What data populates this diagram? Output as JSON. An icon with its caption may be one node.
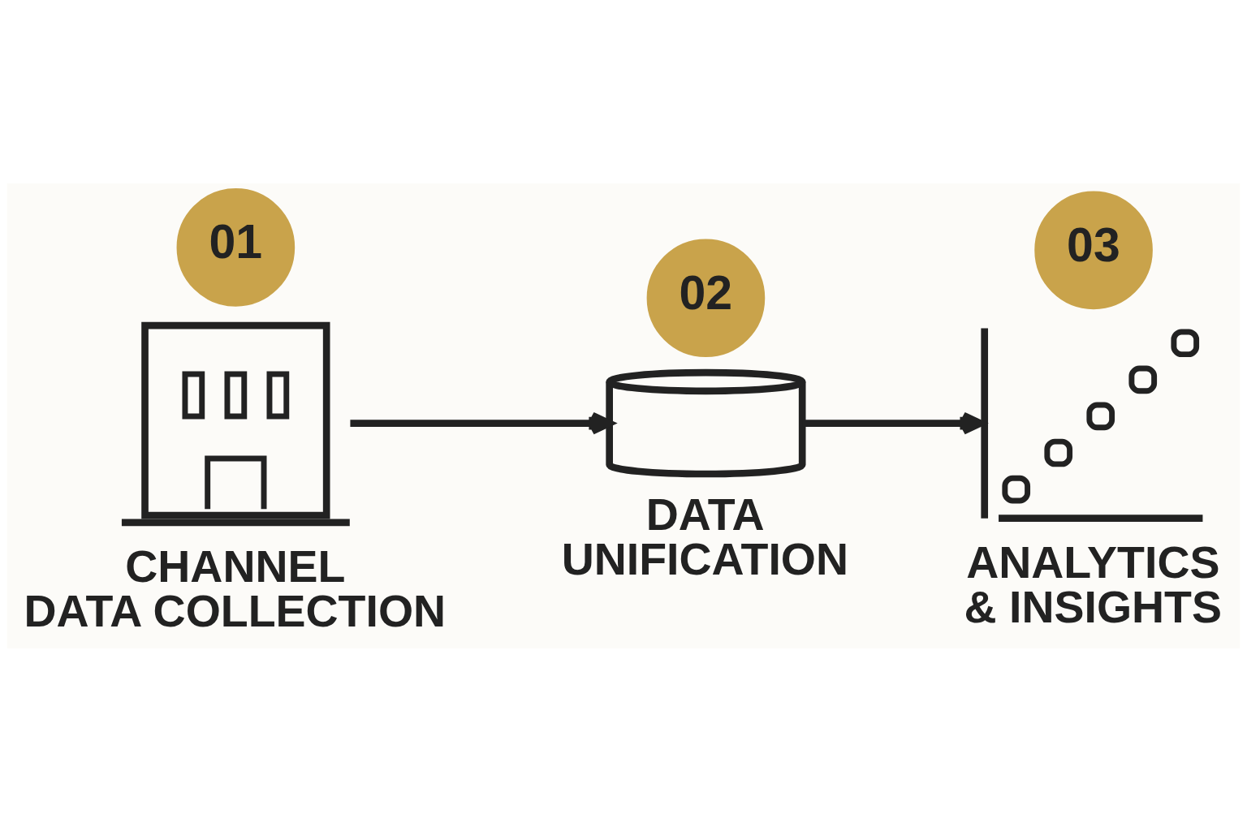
{
  "diagram": {
    "nodes": [
      {
        "text": [
          "01"
        ]
      },
      {
        "text": [],
        "shape": "picture",
        "beside": [
          "CHANNEL DATA COLLECTION"
        ]
      },
      {
        "text": [
          "02"
        ]
      },
      {
        "text": [],
        "shape": "picture",
        "beside": [
          "DATA UNIFICATION"
        ]
      },
      {
        "text": [
          "03"
        ]
      },
      {
        "text": [],
        "shape": "picture",
        "beside": [
          "ANALYTICS & INSIGHTS"
        ]
      }
    ],
    "edges": [
      {
        "from": 1,
        "to": 3,
        "arrow": "to"
      },
      {
        "from": 3,
        "to": 5,
        "arrow": "to"
      }
    ]
  }
}
